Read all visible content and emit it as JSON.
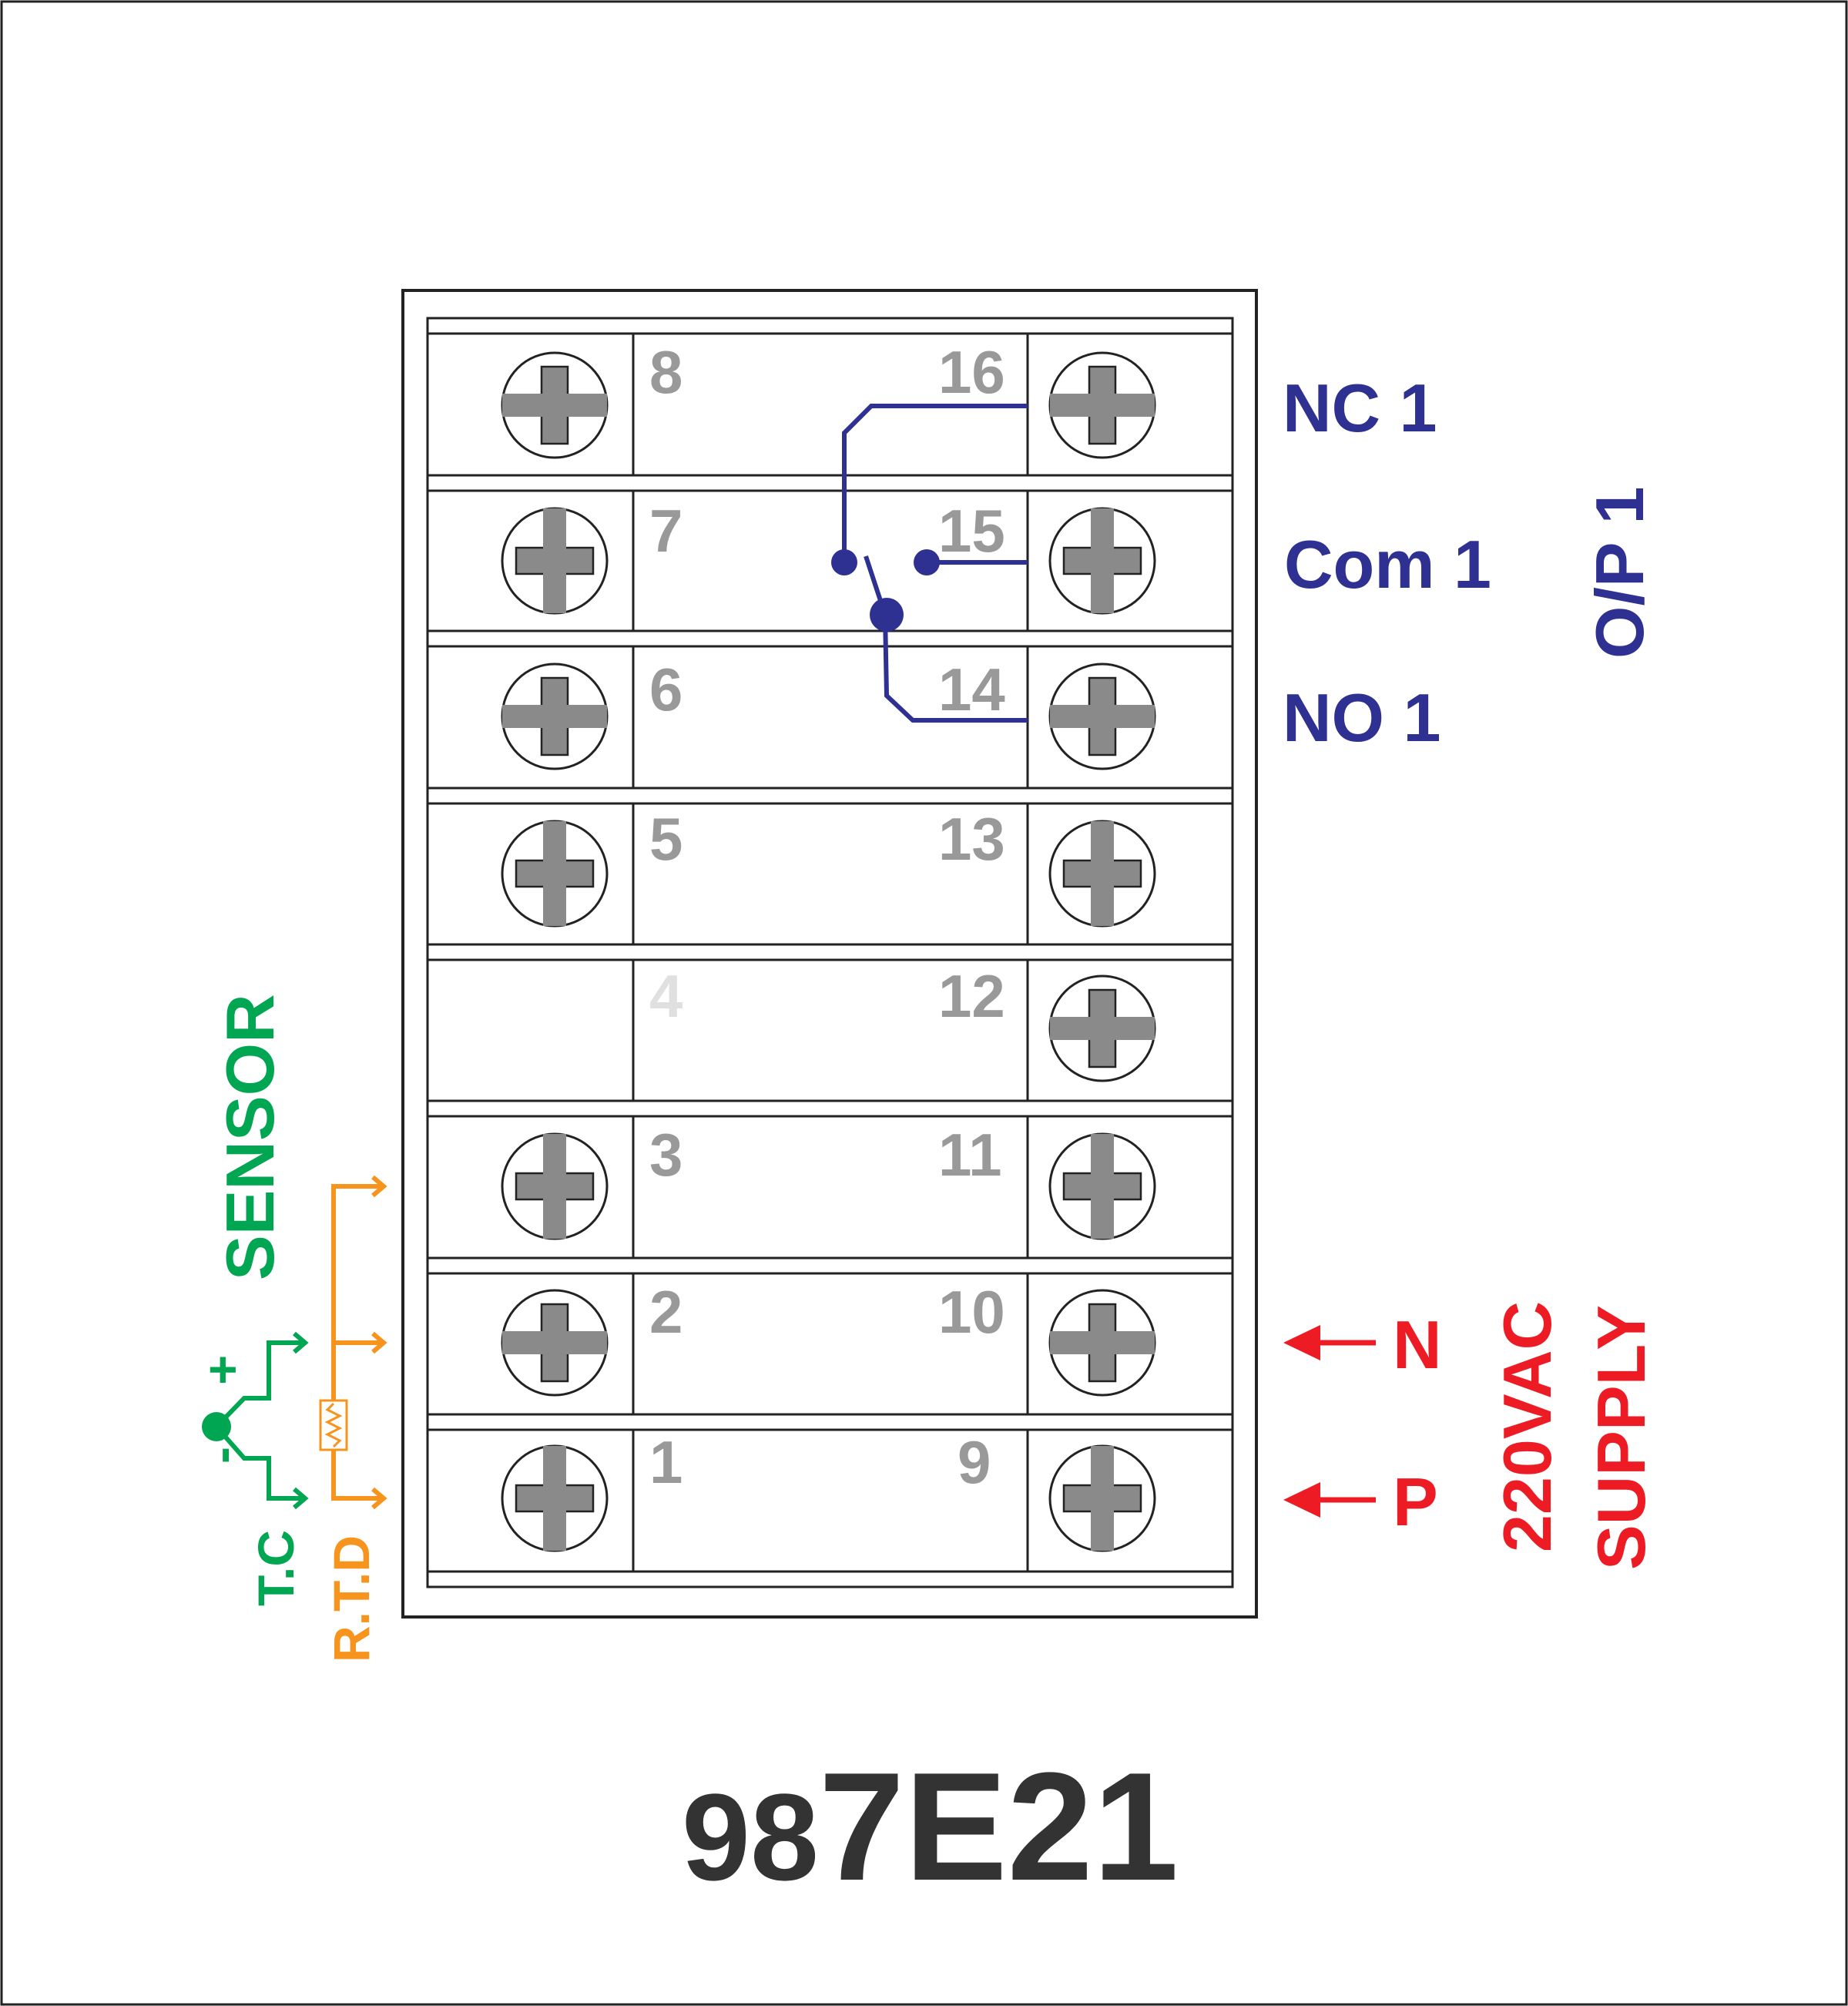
{
  "model": {
    "prefix": "98",
    "suffix": "7E21"
  },
  "terminals_left": [
    "8",
    "7",
    "6",
    "5",
    "4",
    "3",
    "2",
    "1"
  ],
  "terminals_right": [
    "16",
    "15",
    "14",
    "13",
    "12",
    "11",
    "10",
    "9"
  ],
  "output": {
    "group_label": "O/P 1",
    "nc_label": "NC 1",
    "com_label": "Com 1",
    "no_label": "NO 1"
  },
  "supply": {
    "voltage_label": "220VAC",
    "supply_label": "SUPPLY",
    "neutral_label": "N",
    "phase_label": "P"
  },
  "sensor": {
    "title": "SENSOR",
    "tc_label": "T.C",
    "rtd_label": "R.T.D",
    "plus_sign": "+",
    "minus_sign": "-"
  },
  "colors": {
    "relay": "#2e3192",
    "supply": "#ed1c24",
    "thermocouple": "#00a651",
    "rtd": "#f7941d",
    "terminal_number": "#999999",
    "screw": "#8a8a8a",
    "model_text": "#333333"
  }
}
